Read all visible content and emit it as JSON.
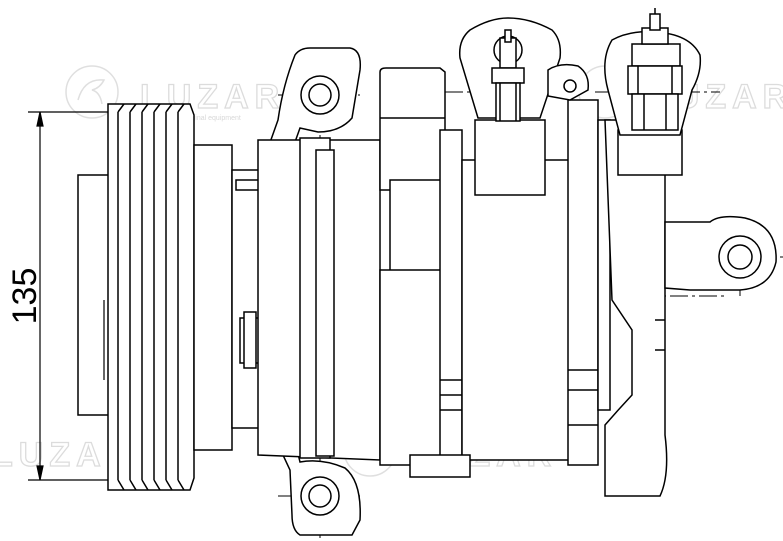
{
  "dimension": {
    "label": "135"
  },
  "watermark": {
    "brand": "LUZAR",
    "subtitle": "www.luzar.ru   original equipment"
  },
  "colors": {
    "line": "#000000",
    "watermark": "#d9d9d9",
    "background": "#ffffff"
  }
}
